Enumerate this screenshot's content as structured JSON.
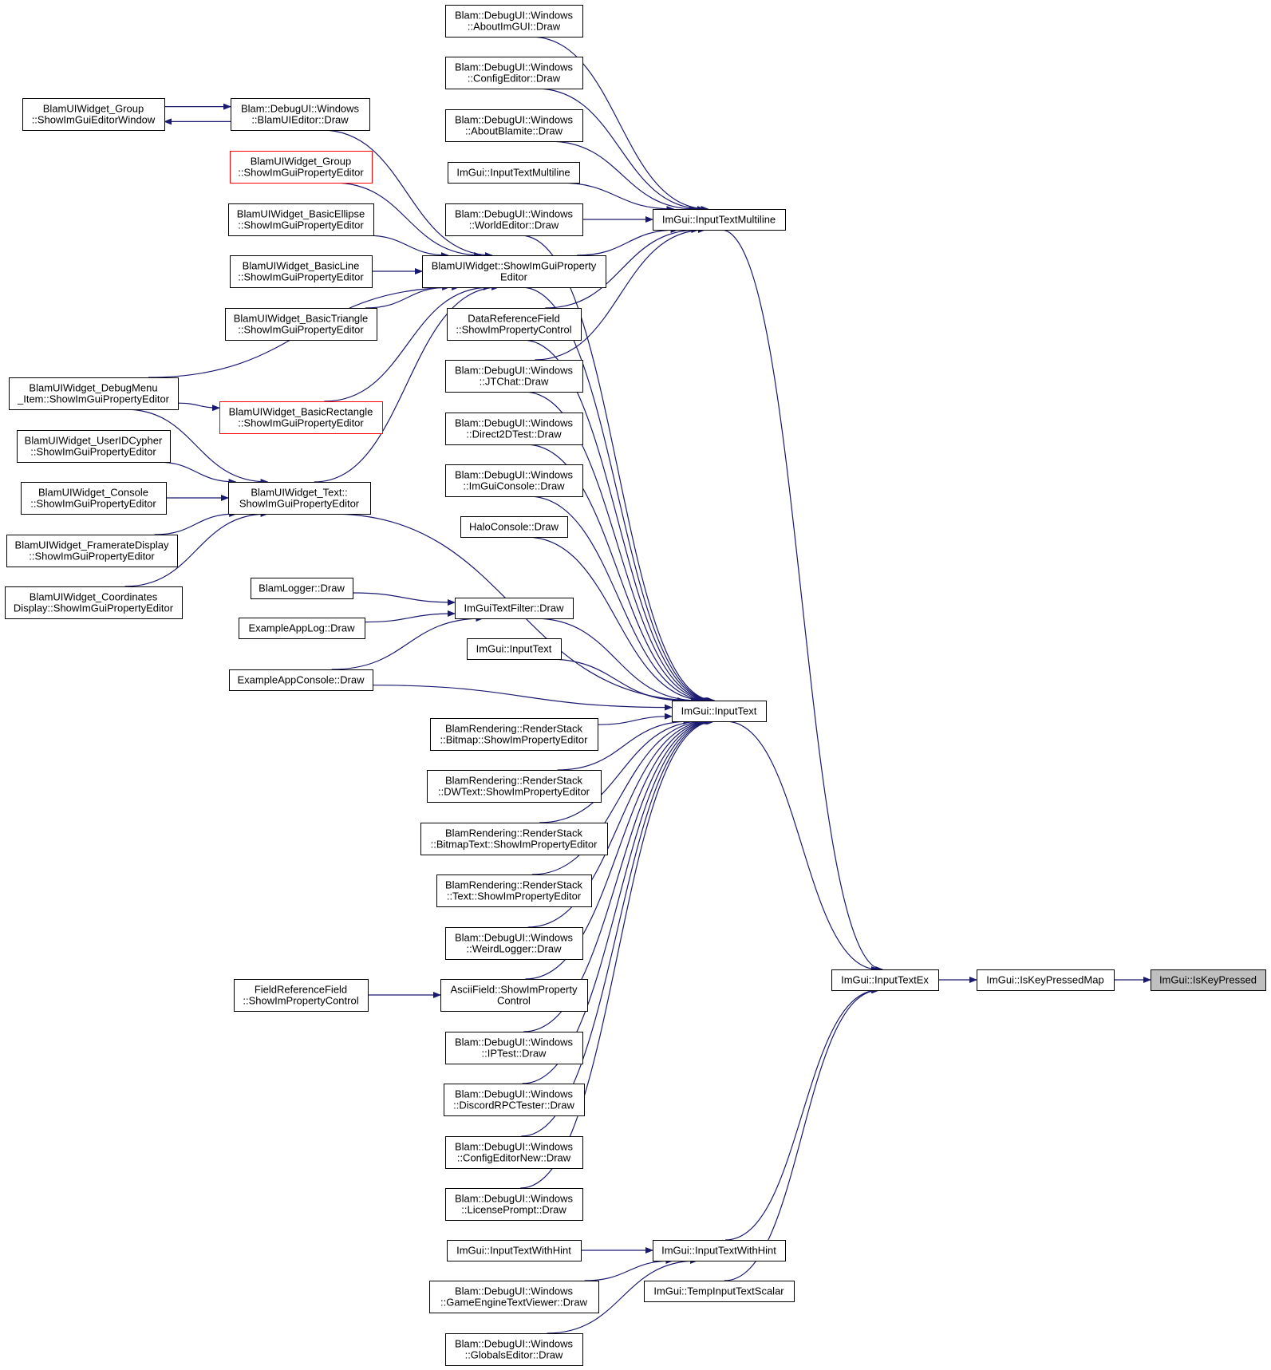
{
  "nodes": [
    {
      "id": "aboutimgui",
      "lines": [
        "Blam::DebugUI::Windows",
        "::AboutImGUI::Draw"
      ],
      "border": "#000000"
    },
    {
      "id": "configeditor",
      "lines": [
        "Blam::DebugUI::Windows",
        "::ConfigEditor::Draw"
      ],
      "border": "#000000"
    },
    {
      "id": "aboutblamite",
      "lines": [
        "Blam::DebugUI::Windows",
        "::AboutBlamite::Draw"
      ],
      "border": "#000000"
    },
    {
      "id": "itm_left",
      "lines": [
        "ImGui::InputTextMultiline"
      ],
      "border": "#000000"
    },
    {
      "id": "worldeditor",
      "lines": [
        "Blam::DebugUI::Windows",
        "::WorldEditor::Draw"
      ],
      "border": "#000000"
    },
    {
      "id": "itm",
      "lines": [
        "ImGui::InputTextMultiline"
      ],
      "border": "#000000"
    },
    {
      "id": "grp_window",
      "lines": [
        "BlamUIWidget_Group",
        "::ShowImGuiEditorWindow"
      ],
      "border": "#000000"
    },
    {
      "id": "uieditor",
      "lines": [
        "Blam::DebugUI::Windows",
        "::BlamUIEditor::Draw"
      ],
      "border": "#000000"
    },
    {
      "id": "grp_prop",
      "lines": [
        "BlamUIWidget_Group",
        "::ShowImGuiPropertyEditor"
      ],
      "border": "#ff0000"
    },
    {
      "id": "ellipse",
      "lines": [
        "BlamUIWidget_BasicEllipse",
        "::ShowImGuiPropertyEditor"
      ],
      "border": "#000000"
    },
    {
      "id": "line",
      "lines": [
        "BlamUIWidget_BasicLine",
        "::ShowImGuiPropertyEditor"
      ],
      "border": "#000000"
    },
    {
      "id": "triangle",
      "lines": [
        "BlamUIWidget_BasicTriangle",
        "::ShowImGuiPropertyEditor"
      ],
      "border": "#000000"
    },
    {
      "id": "widget_prop",
      "lines": [
        "BlamUIWidget::ShowImGuiProperty",
        "Editor"
      ],
      "border": "#000000"
    },
    {
      "id": "dataref",
      "lines": [
        "DataReferenceField",
        "::ShowImPropertyControl"
      ],
      "border": "#000000"
    },
    {
      "id": "jtchat",
      "lines": [
        "Blam::DebugUI::Windows",
        "::JTChat::Draw"
      ],
      "border": "#000000"
    },
    {
      "id": "debugmenu",
      "lines": [
        "BlamUIWidget_DebugMenu",
        "_Item::ShowImGuiPropertyEditor"
      ],
      "border": "#000000"
    },
    {
      "id": "rectangle",
      "lines": [
        "BlamUIWidget_BasicRectangle",
        "::ShowImGuiPropertyEditor"
      ],
      "border": "#ff0000"
    },
    {
      "id": "direct2d",
      "lines": [
        "Blam::DebugUI::Windows",
        "::Direct2DTest::Draw"
      ],
      "border": "#000000"
    },
    {
      "id": "useridcypher",
      "lines": [
        "BlamUIWidget_UserIDCypher",
        "::ShowImGuiPropertyEditor"
      ],
      "border": "#000000"
    },
    {
      "id": "text_widget",
      "lines": [
        "BlamUIWidget_Text::",
        "ShowImGuiPropertyEditor"
      ],
      "border": "#000000"
    },
    {
      "id": "console_widget",
      "lines": [
        "BlamUIWidget_Console",
        "::ShowImGuiPropertyEditor"
      ],
      "border": "#000000"
    },
    {
      "id": "imguiconsole",
      "lines": [
        "Blam::DebugUI::Windows",
        "::ImGuiConsole::Draw"
      ],
      "border": "#000000"
    },
    {
      "id": "haloconsole",
      "lines": [
        "HaloConsole::Draw"
      ],
      "border": "#000000"
    },
    {
      "id": "framerate",
      "lines": [
        "BlamUIWidget_FramerateDisplay",
        "::ShowImGuiPropertyEditor"
      ],
      "border": "#000000"
    },
    {
      "id": "coords",
      "lines": [
        "BlamUIWidget_Coordinates",
        "Display::ShowImGuiPropertyEditor"
      ],
      "border": "#000000"
    },
    {
      "id": "blamlogger",
      "lines": [
        "BlamLogger::Draw"
      ],
      "border": "#000000"
    },
    {
      "id": "textfilter",
      "lines": [
        "ImGuiTextFilter::Draw"
      ],
      "border": "#000000"
    },
    {
      "id": "applog",
      "lines": [
        "ExampleAppLog::Draw"
      ],
      "border": "#000000"
    },
    {
      "id": "inputtext_left",
      "lines": [
        "ImGui::InputText"
      ],
      "border": "#000000"
    },
    {
      "id": "appconsole",
      "lines": [
        "ExampleAppConsole::Draw"
      ],
      "border": "#000000"
    },
    {
      "id": "inputtext",
      "lines": [
        "ImGui::InputText"
      ],
      "border": "#000000"
    },
    {
      "id": "rs_bitmap",
      "lines": [
        "BlamRendering::RenderStack",
        "::Bitmap::ShowImPropertyEditor"
      ],
      "border": "#000000"
    },
    {
      "id": "rs_dwtext",
      "lines": [
        "BlamRendering::RenderStack",
        "::DWText::ShowImPropertyEditor"
      ],
      "border": "#000000"
    },
    {
      "id": "rs_bitmaptext",
      "lines": [
        "BlamRendering::RenderStack",
        "::BitmapText::ShowImPropertyEditor"
      ],
      "border": "#000000"
    },
    {
      "id": "rs_text",
      "lines": [
        "BlamRendering::RenderStack",
        "::Text::ShowImPropertyEditor"
      ],
      "border": "#000000"
    },
    {
      "id": "weirdlogger",
      "lines": [
        "Blam::DebugUI::Windows",
        "::WeirdLogger::Draw"
      ],
      "border": "#000000"
    },
    {
      "id": "fieldref",
      "lines": [
        "FieldReferenceField",
        "::ShowImPropertyControl"
      ],
      "border": "#000000"
    },
    {
      "id": "asciifield",
      "lines": [
        "AsciiField::ShowImProperty",
        "Control"
      ],
      "border": "#000000"
    },
    {
      "id": "iptest",
      "lines": [
        "Blam::DebugUI::Windows",
        "::IPTest::Draw"
      ],
      "border": "#000000"
    },
    {
      "id": "discord",
      "lines": [
        "Blam::DebugUI::Windows",
        "::DiscordRPCTester::Draw"
      ],
      "border": "#000000"
    },
    {
      "id": "configeditornew",
      "lines": [
        "Blam::DebugUI::Windows",
        "::ConfigEditorNew::Draw"
      ],
      "border": "#000000"
    },
    {
      "id": "license",
      "lines": [
        "Blam::DebugUI::Windows",
        "::LicensePrompt::Draw"
      ],
      "border": "#000000"
    },
    {
      "id": "itwh_left",
      "lines": [
        "ImGui::InputTextWithHint"
      ],
      "border": "#000000"
    },
    {
      "id": "itwh",
      "lines": [
        "ImGui::InputTextWithHint"
      ],
      "border": "#000000"
    },
    {
      "id": "gameengine",
      "lines": [
        "Blam::DebugUI::Windows",
        "::GameEngineTextViewer::Draw"
      ],
      "border": "#000000"
    },
    {
      "id": "tempscalar",
      "lines": [
        "ImGui::TempInputTextScalar"
      ],
      "border": "#000000"
    },
    {
      "id": "globals",
      "lines": [
        "Blam::DebugUI::Windows",
        "::GlobalsEditor::Draw"
      ],
      "border": "#000000"
    },
    {
      "id": "inputtextex",
      "lines": [
        "ImGui::InputTextEx"
      ],
      "border": "#000000"
    },
    {
      "id": "iskeypressedmap",
      "lines": [
        "ImGui::IsKeyPressedMap"
      ],
      "border": "#000000"
    },
    {
      "id": "iskeypressed",
      "lines": [
        "ImGui::IsKeyPressed"
      ],
      "border": "#000000",
      "fill": "#bfbfbf"
    }
  ],
  "edges": [
    [
      "aboutimgui",
      "itm"
    ],
    [
      "configeditor",
      "itm"
    ],
    [
      "aboutblamite",
      "itm"
    ],
    [
      "itm_left",
      "itm"
    ],
    [
      "worldeditor",
      "itm"
    ],
    [
      "widget_prop",
      "itm"
    ],
    [
      "dataref",
      "itm"
    ],
    [
      "jtchat",
      "itm"
    ],
    [
      "uieditor",
      "grp_window"
    ],
    [
      "grp_window",
      "uieditor"
    ],
    [
      "uieditor",
      "widget_prop"
    ],
    [
      "grp_prop",
      "widget_prop"
    ],
    [
      "ellipse",
      "widget_prop"
    ],
    [
      "line",
      "widget_prop"
    ],
    [
      "triangle",
      "widget_prop"
    ],
    [
      "debugmenu",
      "widget_prop"
    ],
    [
      "rectangle",
      "widget_prop"
    ],
    [
      "text_widget",
      "widget_prop"
    ],
    [
      "debugmenu",
      "rectangle"
    ],
    [
      "debugmenu",
      "text_widget"
    ],
    [
      "useridcypher",
      "text_widget"
    ],
    [
      "console_widget",
      "text_widget"
    ],
    [
      "framerate",
      "text_widget"
    ],
    [
      "coords",
      "text_widget"
    ],
    [
      "blamlogger",
      "textfilter"
    ],
    [
      "applog",
      "textfilter"
    ],
    [
      "appconsole",
      "textfilter"
    ],
    [
      "worldeditor",
      "inputtext"
    ],
    [
      "widget_prop",
      "inputtext"
    ],
    [
      "dataref",
      "inputtext"
    ],
    [
      "jtchat",
      "inputtext"
    ],
    [
      "direct2d",
      "inputtext"
    ],
    [
      "imguiconsole",
      "inputtext"
    ],
    [
      "haloconsole",
      "inputtext"
    ],
    [
      "text_widget",
      "inputtext"
    ],
    [
      "textfilter",
      "inputtext"
    ],
    [
      "inputtext_left",
      "inputtext"
    ],
    [
      "appconsole",
      "inputtext"
    ],
    [
      "rs_bitmap",
      "inputtext"
    ],
    [
      "rs_dwtext",
      "inputtext"
    ],
    [
      "rs_bitmaptext",
      "inputtext"
    ],
    [
      "rs_text",
      "inputtext"
    ],
    [
      "weirdlogger",
      "inputtext"
    ],
    [
      "asciifield",
      "inputtext"
    ],
    [
      "iptest",
      "inputtext"
    ],
    [
      "discord",
      "inputtext"
    ],
    [
      "configeditornew",
      "inputtext"
    ],
    [
      "license",
      "inputtext"
    ],
    [
      "fieldref",
      "asciifield"
    ],
    [
      "itwh_left",
      "itwh"
    ],
    [
      "gameengine",
      "itwh"
    ],
    [
      "globals",
      "itwh"
    ],
    [
      "itm",
      "inputtextex"
    ],
    [
      "inputtext",
      "inputtextex"
    ],
    [
      "itwh",
      "inputtextex"
    ],
    [
      "tempscalar",
      "inputtextex"
    ],
    [
      "inputtextex",
      "iskeypressedmap"
    ],
    [
      "iskeypressedmap",
      "iskeypressed"
    ]
  ],
  "colors": {
    "edge": "#191970",
    "background": "#ffffff"
  }
}
